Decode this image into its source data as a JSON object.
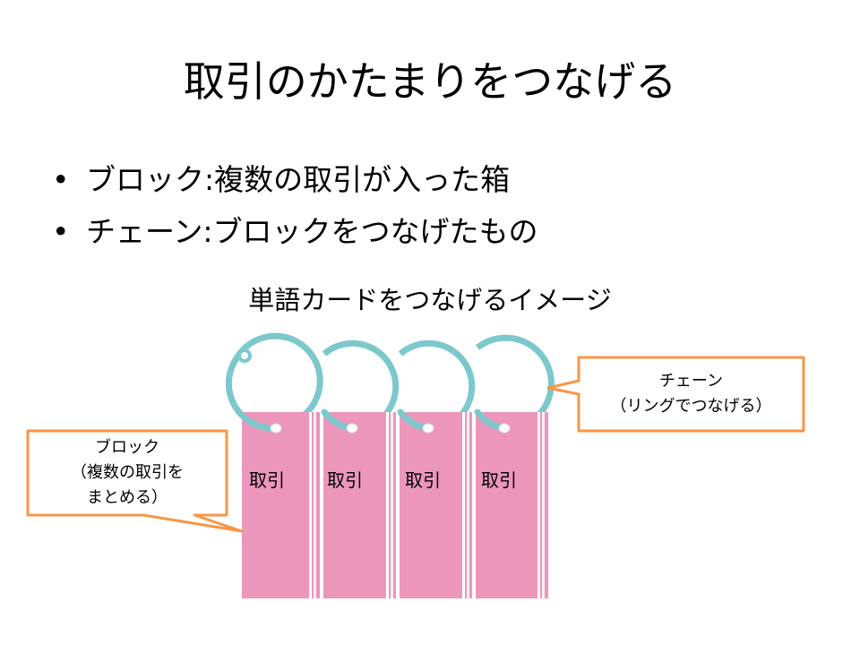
{
  "title": "取引のかたまりをつなげる",
  "bullets": [
    {
      "term": "ブロック",
      "sep": ":",
      "desc": "複数の取引が入った箱"
    },
    {
      "term": "チェーン",
      "sep": ":",
      "desc": "ブロックをつなげたもの"
    }
  ],
  "subtitle": "単語カードをつなげるイメージ",
  "cards": [
    "取引",
    "取引",
    "取引",
    "取引"
  ],
  "callouts": {
    "chain": {
      "line1": "チェーン",
      "line2": "（リングでつなげる）"
    },
    "block": {
      "line1": "ブロック",
      "line2": "（複数の取引を",
      "line3": "まとめる）"
    }
  },
  "colors": {
    "card": "#EC96BB",
    "ring": "#7CC8CB",
    "callout_border": "#F79646"
  }
}
